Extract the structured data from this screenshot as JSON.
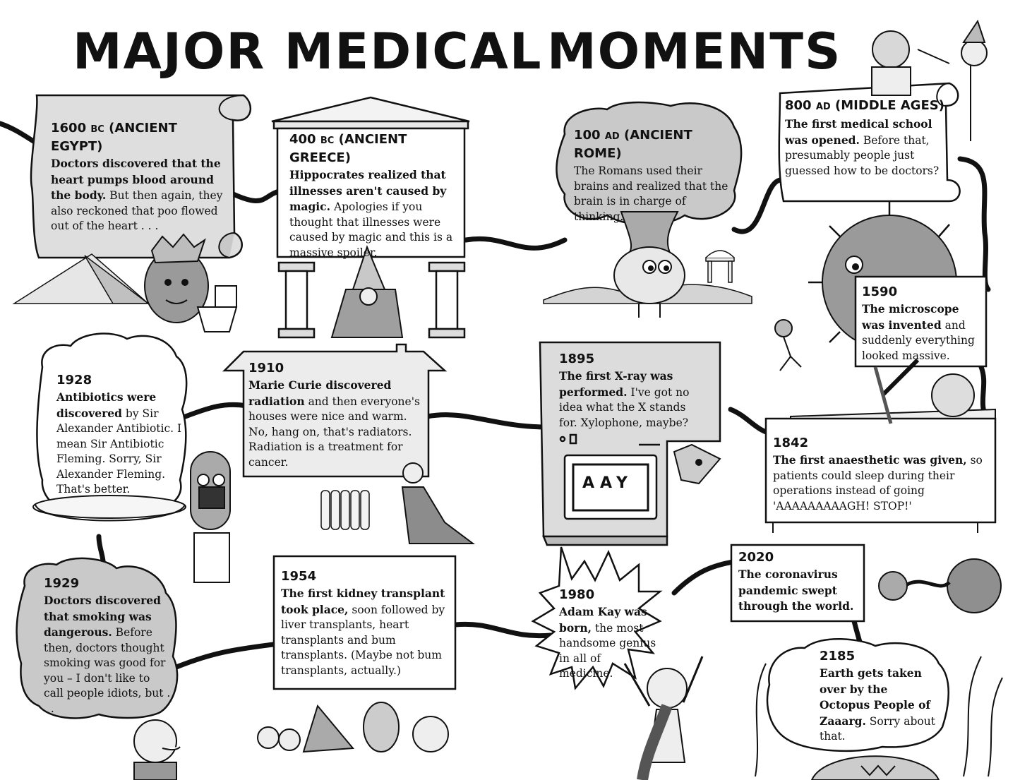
{
  "title_left": "MAJOR MEDICAL",
  "title_right": "MOMENTS",
  "events": [
    {
      "year": "1600",
      "era_abbr": "BC",
      "era": "(ANCIENT EGYPT)",
      "bold": "Doctors discovered that the heart pumps blood around the body.",
      "rest": " But then again, they also reckoned that poo flowed out of the heart . . ."
    },
    {
      "year": "400",
      "era_abbr": "BC",
      "era": "(ANCIENT GREECE)",
      "bold": "Hippocrates realized that illnesses aren't caused by magic.",
      "rest": " Apologies if you thought that illnesses were caused by magic and this is a massive spoiler."
    },
    {
      "year": "100",
      "era_abbr": "AD",
      "era": "(ANCIENT ROME)",
      "bold": "",
      "rest": "The Romans used their brains and realized that the brain is in charge of thinking."
    },
    {
      "year": "800",
      "era_abbr": "AD",
      "era": "(MIDDLE AGES)",
      "bold": "The first medical school was opened.",
      "rest": " Before that, presumably people just guessed how to be doctors?"
    },
    {
      "year": "1590",
      "bold": "The microscope was invented",
      "rest": " and suddenly everything looked massive."
    },
    {
      "year": "1842",
      "bold": "The first anaesthetic was given,",
      "rest": " so patients could sleep during their operations instead of going 'AAAAAAAAAGH! STOP!'"
    },
    {
      "year": "1895",
      "bold": "The first X-ray was performed.",
      "rest": " I've got no idea what the X stands for. Xylophone, maybe?"
    },
    {
      "year": "1910",
      "bold": "Marie Curie discovered radiation",
      "rest": " and then everyone's houses were nice and warm. No, hang on, that's radiators. Radiation is a treatment for cancer."
    },
    {
      "year": "1928",
      "bold": "Antibiotics were discovered",
      "rest": " by Sir Alexander Antibiotic. I mean Sir Antibiotic Fleming. Sorry, Sir Alexander Fleming. That's better."
    },
    {
      "year": "1929",
      "bold": "Doctors discovered that smoking was dangerous.",
      "rest": " Before then, doctors thought smoking was good for you – I don't like to call people idiots, but . . ."
    },
    {
      "year": "1954",
      "bold": "The first kidney transplant took place,",
      "rest": " soon followed by liver transplants, heart transplants and bum transplants. (Maybe not bum transplants, actually.)"
    },
    {
      "year": "1980",
      "bold": "Adam Kay was born,",
      "rest": " the most handsome genius in all of medicine."
    },
    {
      "year": "2020",
      "bold": "The coronavirus pandemic swept through the world.",
      "rest": ""
    },
    {
      "year": "2185",
      "bold": "Earth gets taken over by the Octopus People of Zaaarg.",
      "rest": " Sorry about that."
    }
  ],
  "xray_screen_text": "AAY"
}
